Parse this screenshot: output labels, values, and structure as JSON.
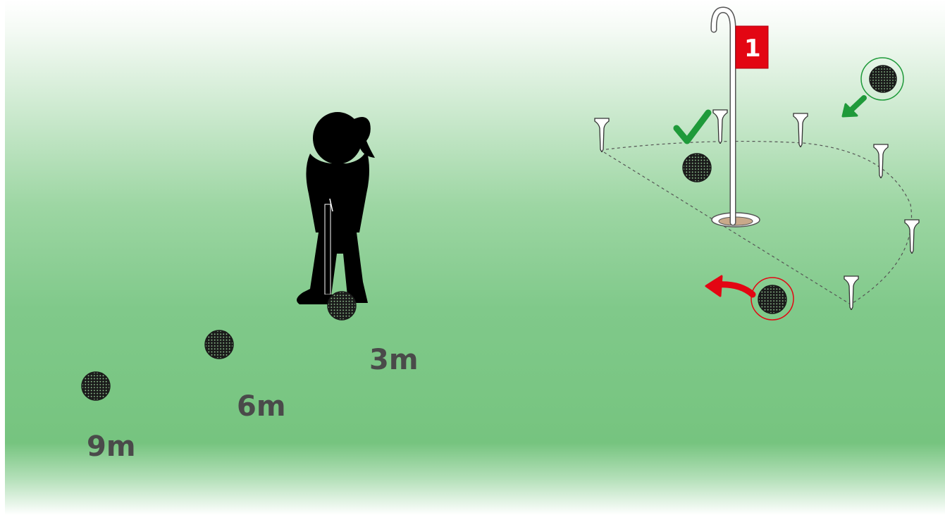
{
  "distances": [
    {
      "id": "distance-label-3m",
      "text": "3m"
    },
    {
      "id": "distance-label-6m",
      "text": "6m"
    },
    {
      "id": "distance-label-9m",
      "text": "9m"
    }
  ],
  "flag": {
    "number": "1"
  },
  "colors": {
    "grass": "#76c47f",
    "ball": "#1a1a1a",
    "flag": "#e30613",
    "correct": "#1f9a3a",
    "wrong": "#e30613",
    "label": "#4a4a4a"
  },
  "icons": [
    "golfer-icon",
    "golf-ball-icon",
    "flag-icon",
    "tee-icon",
    "checkmark-icon",
    "arrow-icon"
  ]
}
